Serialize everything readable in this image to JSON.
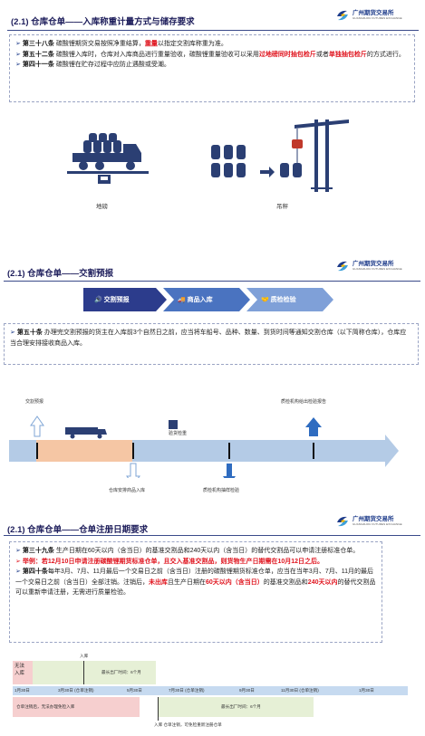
{
  "logo": {
    "name": "广州期货交易所",
    "sub": "GUANGZHOU FUTURES EXCHANGE"
  },
  "section1": {
    "title": "(2.1) 仓库仓单——入库称重计量方式与储存要求",
    "p1": {
      "art": "第三十八条",
      "t1": " 碳酸锂期货交易按照净重结算，",
      "red": "重量",
      "t2": "以指定交割库称重为准。"
    },
    "p2": {
      "art": "第五十二条",
      "t1": " 碳酸锂入库时，仓库对入库商品进行重量验收，碳酸锂重量验收可以采用",
      "red1": "过地磅同时抽包检斤",
      "t2": "或者",
      "red2": "单独抽包检斤",
      "t3": "的方式进行。"
    },
    "p3": {
      "art": "第四十一条",
      "t1": " 碳酸锂在贮存过程中应防止遇酸或受潮。"
    },
    "label_left": "地磅",
    "label_right": "吊秤"
  },
  "section2": {
    "title": "(2.1) 仓库仓单——交割预报",
    "steps": [
      "交割预报",
      "商品入库",
      "质检检验"
    ],
    "p1": {
      "art": "第五十条",
      "t1": " 办理完交割预报的货主在入库前3个自然日之前，应当将车船号、品种、数量、到货时间等通知交割仓库（以下简称仓库），仓库应当合理安排接收商品入库。"
    },
    "tl_forecast": "交割预报",
    "tl_sample": "验货检重",
    "tl_report": "质检机构给出检验报告",
    "tl_arrange": "仓库安排商品入库",
    "tl_sampling": "质检机构抽样检验"
  },
  "section3": {
    "title": "(2.1) 仓库仓单——仓单注册日期要求",
    "p1": {
      "art": "第三十九条",
      "t1": " 生产日期在60天以内（含当日）的基准交割品和240天以内（含当日）的替代交割品可以申请注册标准仓单。"
    },
    "p2": {
      "text": "举例：若12月10日申请注册碳酸锂期货标准仓单，且交入基准交割品，则货物生产日期需在10月12日之后。"
    },
    "p3": {
      "art": "第四十条",
      "t1": "每年3月、7月、11月最后一个交易日之前（含当日）注册的碳酸锂期货标准仓单，应当在当年3月、7月、11月的最后一个交易日之前（含当日）全部注销。注销后，",
      "red1": "未出库",
      "t2": "且生产日期在",
      "red2": "60天以内（含当日）",
      "t3": "的基准交割品和",
      "red3": "240天以内",
      "t4": "的替代交割品可以重新申请注册，无需进行质量检验。"
    },
    "in_label": "入库",
    "no_in": "无法\n入库",
    "max_out1": "最长出厂时间：6个月",
    "dates": [
      "1月30日",
      "3月30日 (仓单注销)",
      "5月30日",
      "7月30日 (仓单注销)",
      "9月30日",
      "11月30日 (仓单注销)",
      "1月30日"
    ],
    "after_cancel": "仓单注销后，无法办理免检入库",
    "max_out2": "最长出厂时间：6个月",
    "bottom_note": "入库  仓单注销，可免检重新注册仓单"
  },
  "colors": {
    "navy": "#1d1d5b",
    "red": "#e0141e",
    "arrowBlue": "#7fa6d6"
  }
}
